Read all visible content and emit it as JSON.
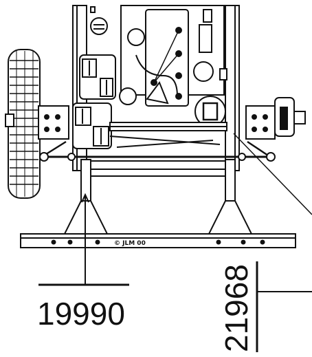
{
  "figure": {
    "copyright_mark": "© JLM 00",
    "callouts": [
      {
        "id": "part-ref-19990",
        "number": "19990",
        "orientation": "horizontal"
      },
      {
        "id": "part-ref-21968",
        "number": "21968",
        "orientation": "vertical"
      }
    ],
    "colors": {
      "ink": "#111111",
      "background": "#ffffff"
    }
  }
}
